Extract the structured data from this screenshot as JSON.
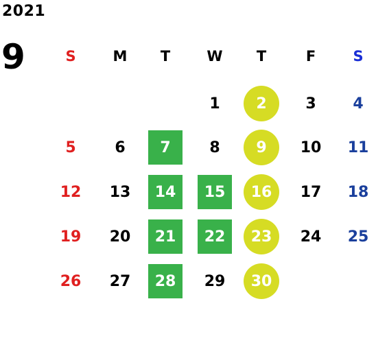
{
  "year": "2021",
  "month": "9",
  "weekdays": [
    "S",
    "M",
    "T",
    "W",
    "T",
    "F",
    "S"
  ],
  "weeks": [
    [
      "",
      "",
      "",
      "1",
      "2",
      "3",
      "4"
    ],
    [
      "5",
      "6",
      "7",
      "8",
      "9",
      "10",
      "11"
    ],
    [
      "12",
      "13",
      "14",
      "15",
      "16",
      "17",
      "18"
    ],
    [
      "19",
      "20",
      "21",
      "22",
      "23",
      "24",
      "25"
    ],
    [
      "26",
      "27",
      "28",
      "29",
      "30",
      "",
      ""
    ]
  ],
  "green_days": [
    "7",
    "14",
    "15",
    "21",
    "22",
    "28"
  ],
  "yellow_days": [
    "2",
    "9",
    "16",
    "23",
    "30"
  ],
  "colors": {
    "sunday": "#e02020",
    "saturday": "#1a3f9c",
    "saturday_header": "#1a2fd6",
    "green_mark": "#39b14a",
    "yellow_mark": "#d6dc24"
  }
}
